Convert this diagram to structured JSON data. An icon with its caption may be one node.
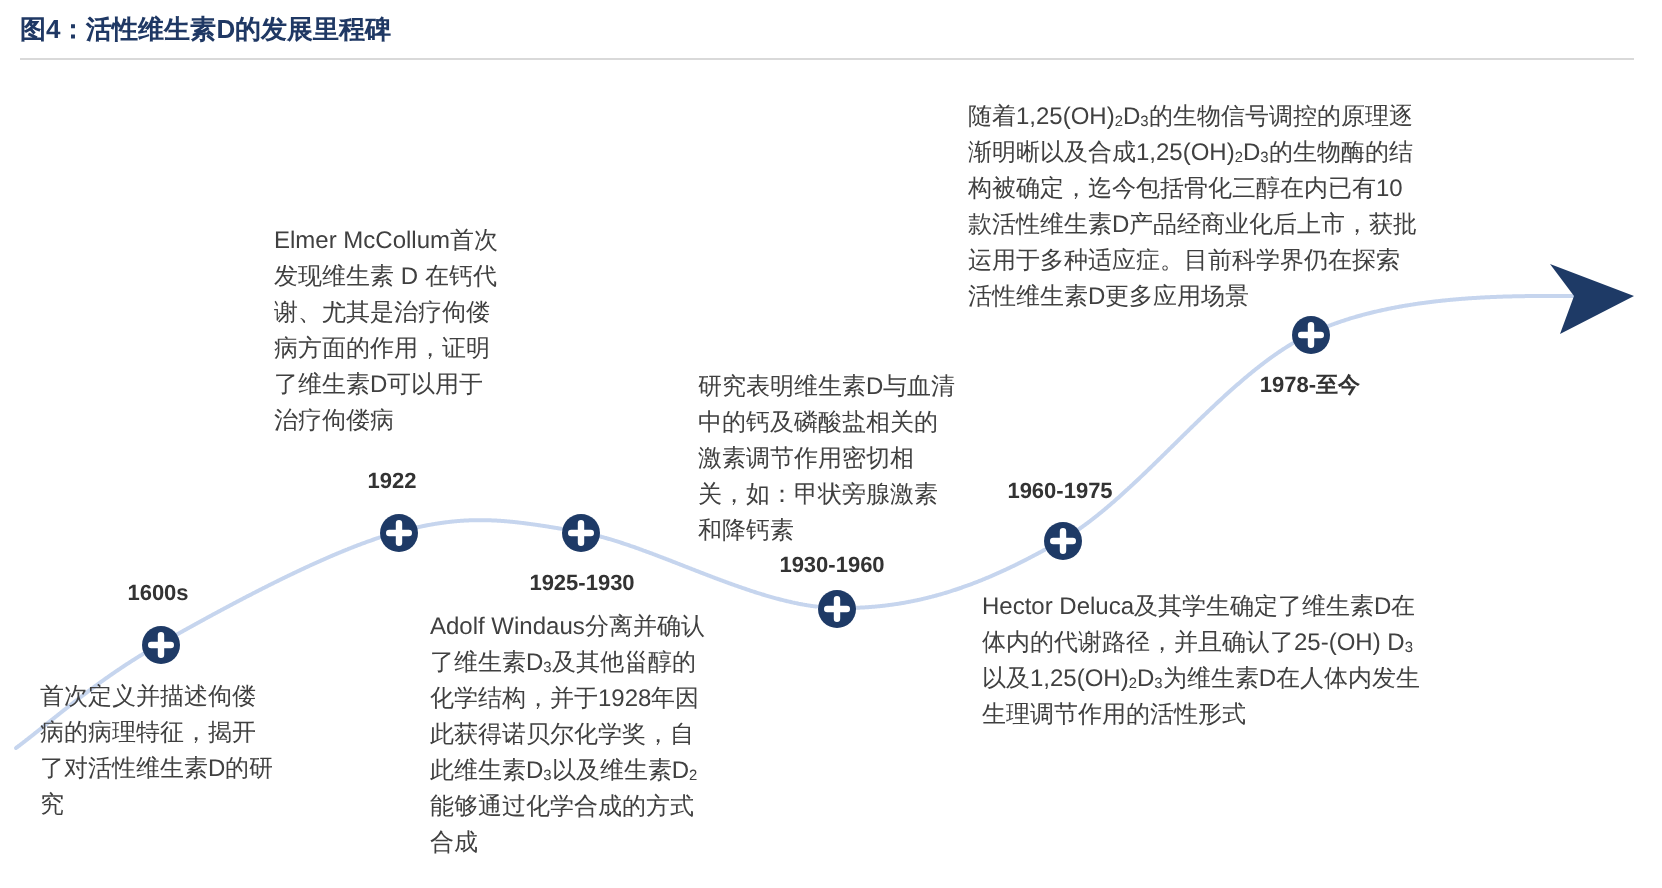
{
  "diagram": {
    "title": "图4：活性维生素D的发展里程碑",
    "nodes": [
      {
        "text": [],
        "shape": "circle",
        "beside": [
          "1600s",
          "首次定义并描述佝偻病的病理特征，揭开了对活性维生素D的研究"
        ]
      },
      {
        "text": [],
        "shape": "circle",
        "beside": [
          "1922",
          "Elmer McCollum首次发现维生素 D 在钙代谢、尤其是治疗佝偻病方面的作用，证明了维生素D可以用于治疗佝偻病"
        ]
      },
      {
        "text": [],
        "shape": "circle",
        "beside": [
          "1925-1930",
          "Adolf Windaus分离并确认了维生素D$_{3}$及其他甾醇的化学结构，并于1928年因此获得诺贝尔化学奖，自此维生素D$_{3}$以及维生素D$_{2}$能够通过化学合成的方式合成"
        ]
      },
      {
        "text": [],
        "shape": "circle",
        "beside": [
          "1930-1960",
          "研究表明维生素D与血清中的钙及磷酸盐相关的激素调节作用密切相关，如：甲状旁腺激素和降钙素"
        ]
      },
      {
        "text": [],
        "shape": "circle",
        "beside": [
          "1960-1975",
          "Hector Deluca及其学生确定了维生素D在体内的代谢路径，并且确认了25-(OH) D$_{3}$以及1,25(OH)$_{2}$D$_{3}$为维生素D在人体内发生生理调节作用的活性形式"
        ]
      },
      {
        "text": [],
        "shape": "circle",
        "beside": [
          "1978-至今",
          "随着1,25(OH)$_{2}$D$_{3}$的生物信号调控的原理逐渐明晰以及合成1,25(OH)$_{2}$D$_{3}$的生物酶的结构被确定，迄今包括骨化三醇在内已有10款活性维生素D产品经商业化后上市，获批运用于多种适应症。目前科学界仍在探索活性维生素D更多应用场景"
        ]
      }
    ],
    "edges": [
      {
        "from": null,
        "to": 0,
        "arrow": "none"
      },
      {
        "from": 0,
        "to": 1,
        "arrow": "none"
      },
      {
        "from": 1,
        "to": 2,
        "arrow": "none"
      },
      {
        "from": 2,
        "to": 3,
        "arrow": "none"
      },
      {
        "from": 3,
        "to": 4,
        "arrow": "none"
      },
      {
        "from": 4,
        "to": 5,
        "arrow": "none"
      },
      {
        "from": 5,
        "to": null,
        "arrow": "to"
      }
    ]
  }
}
